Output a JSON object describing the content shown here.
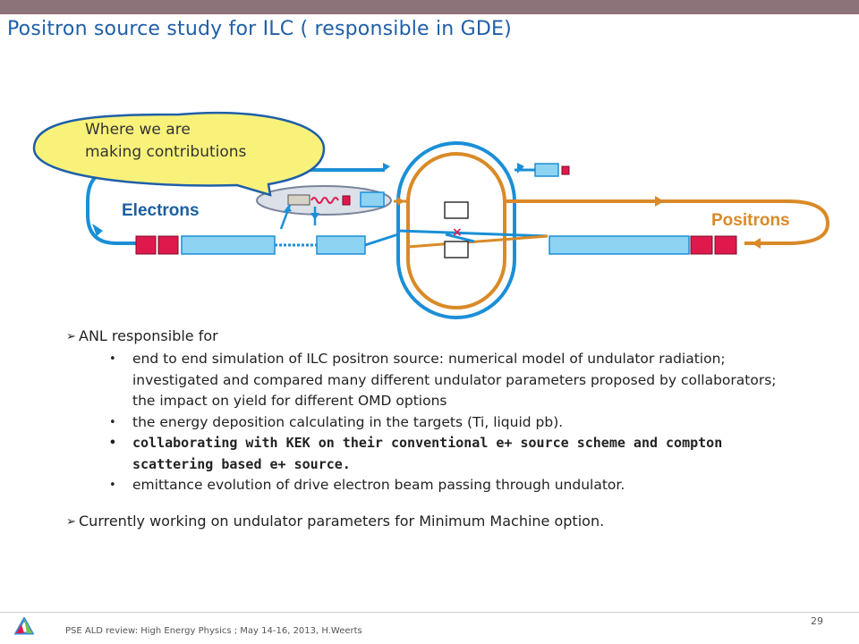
{
  "slide": {
    "title": "Positron source study for ILC ( responsible in GDE)",
    "page_number": "29",
    "footer": "PSE ALD review: High Energy Physics ; May 14-16, 2013, H.Weerts"
  },
  "diagram": {
    "callout_line1": "Where we are",
    "callout_line2": "making contributions",
    "electrons_label": "Electrons",
    "positrons_label": "Positrons",
    "colors": {
      "electron_line": "#1b8fd6",
      "positron_line": "#d98a27",
      "magnet": "#e0194d",
      "linac": "#8fd3f2",
      "bubble": "#f9f27a"
    }
  },
  "content": {
    "section1_heading": "ANL responsible for",
    "items": [
      "end to end simulation of ILC positron source: numerical model of undulator radiation; investigated and compared many different undulator parameters proposed by collaborators;  the impact on yield for different OMD options",
      "the energy deposition calculating in the targets (Ti, liquid pb).",
      "collaborating with KEK on their conventional e+ source scheme and compton scattering based e+ source.",
      "emittance evolution of drive electron beam passing through undulator."
    ],
    "section2_heading": "Currently working on undulator parameters for Minimum Machine option."
  }
}
